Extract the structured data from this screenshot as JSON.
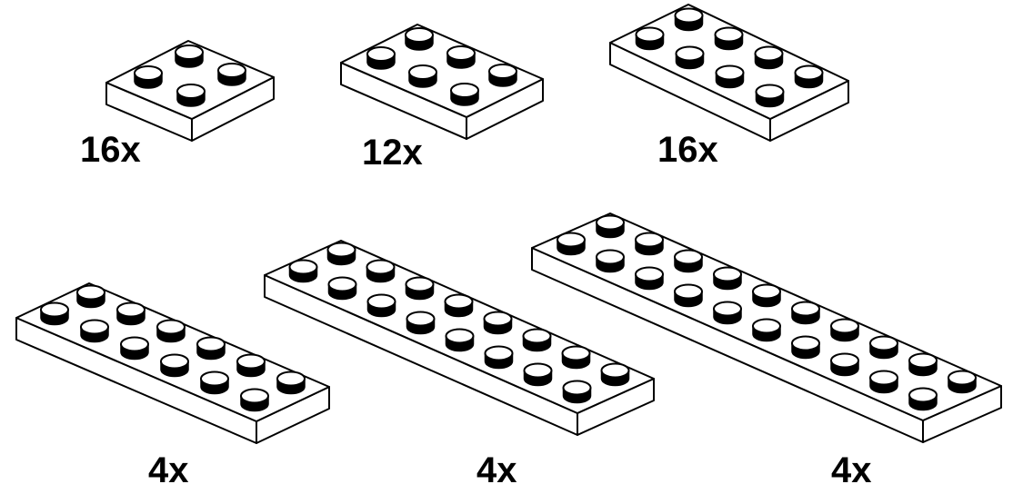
{
  "pieces": [
    {
      "name": "plate-2x2",
      "studs_a": 2,
      "studs_b": 2,
      "count_label": "16x"
    },
    {
      "name": "plate-2x3",
      "studs_a": 2,
      "studs_b": 3,
      "count_label": "12x"
    },
    {
      "name": "plate-2x4",
      "studs_a": 2,
      "studs_b": 4,
      "count_label": "16x"
    },
    {
      "name": "plate-2x6",
      "studs_a": 2,
      "studs_b": 6,
      "count_label": "4x"
    },
    {
      "name": "plate-2x8",
      "studs_a": 2,
      "studs_b": 8,
      "count_label": "4x"
    },
    {
      "name": "plate-2x10",
      "studs_a": 2,
      "studs_b": 10,
      "count_label": "4x"
    }
  ],
  "colors": {
    "line": "#000000",
    "fill": "#ffffff"
  }
}
